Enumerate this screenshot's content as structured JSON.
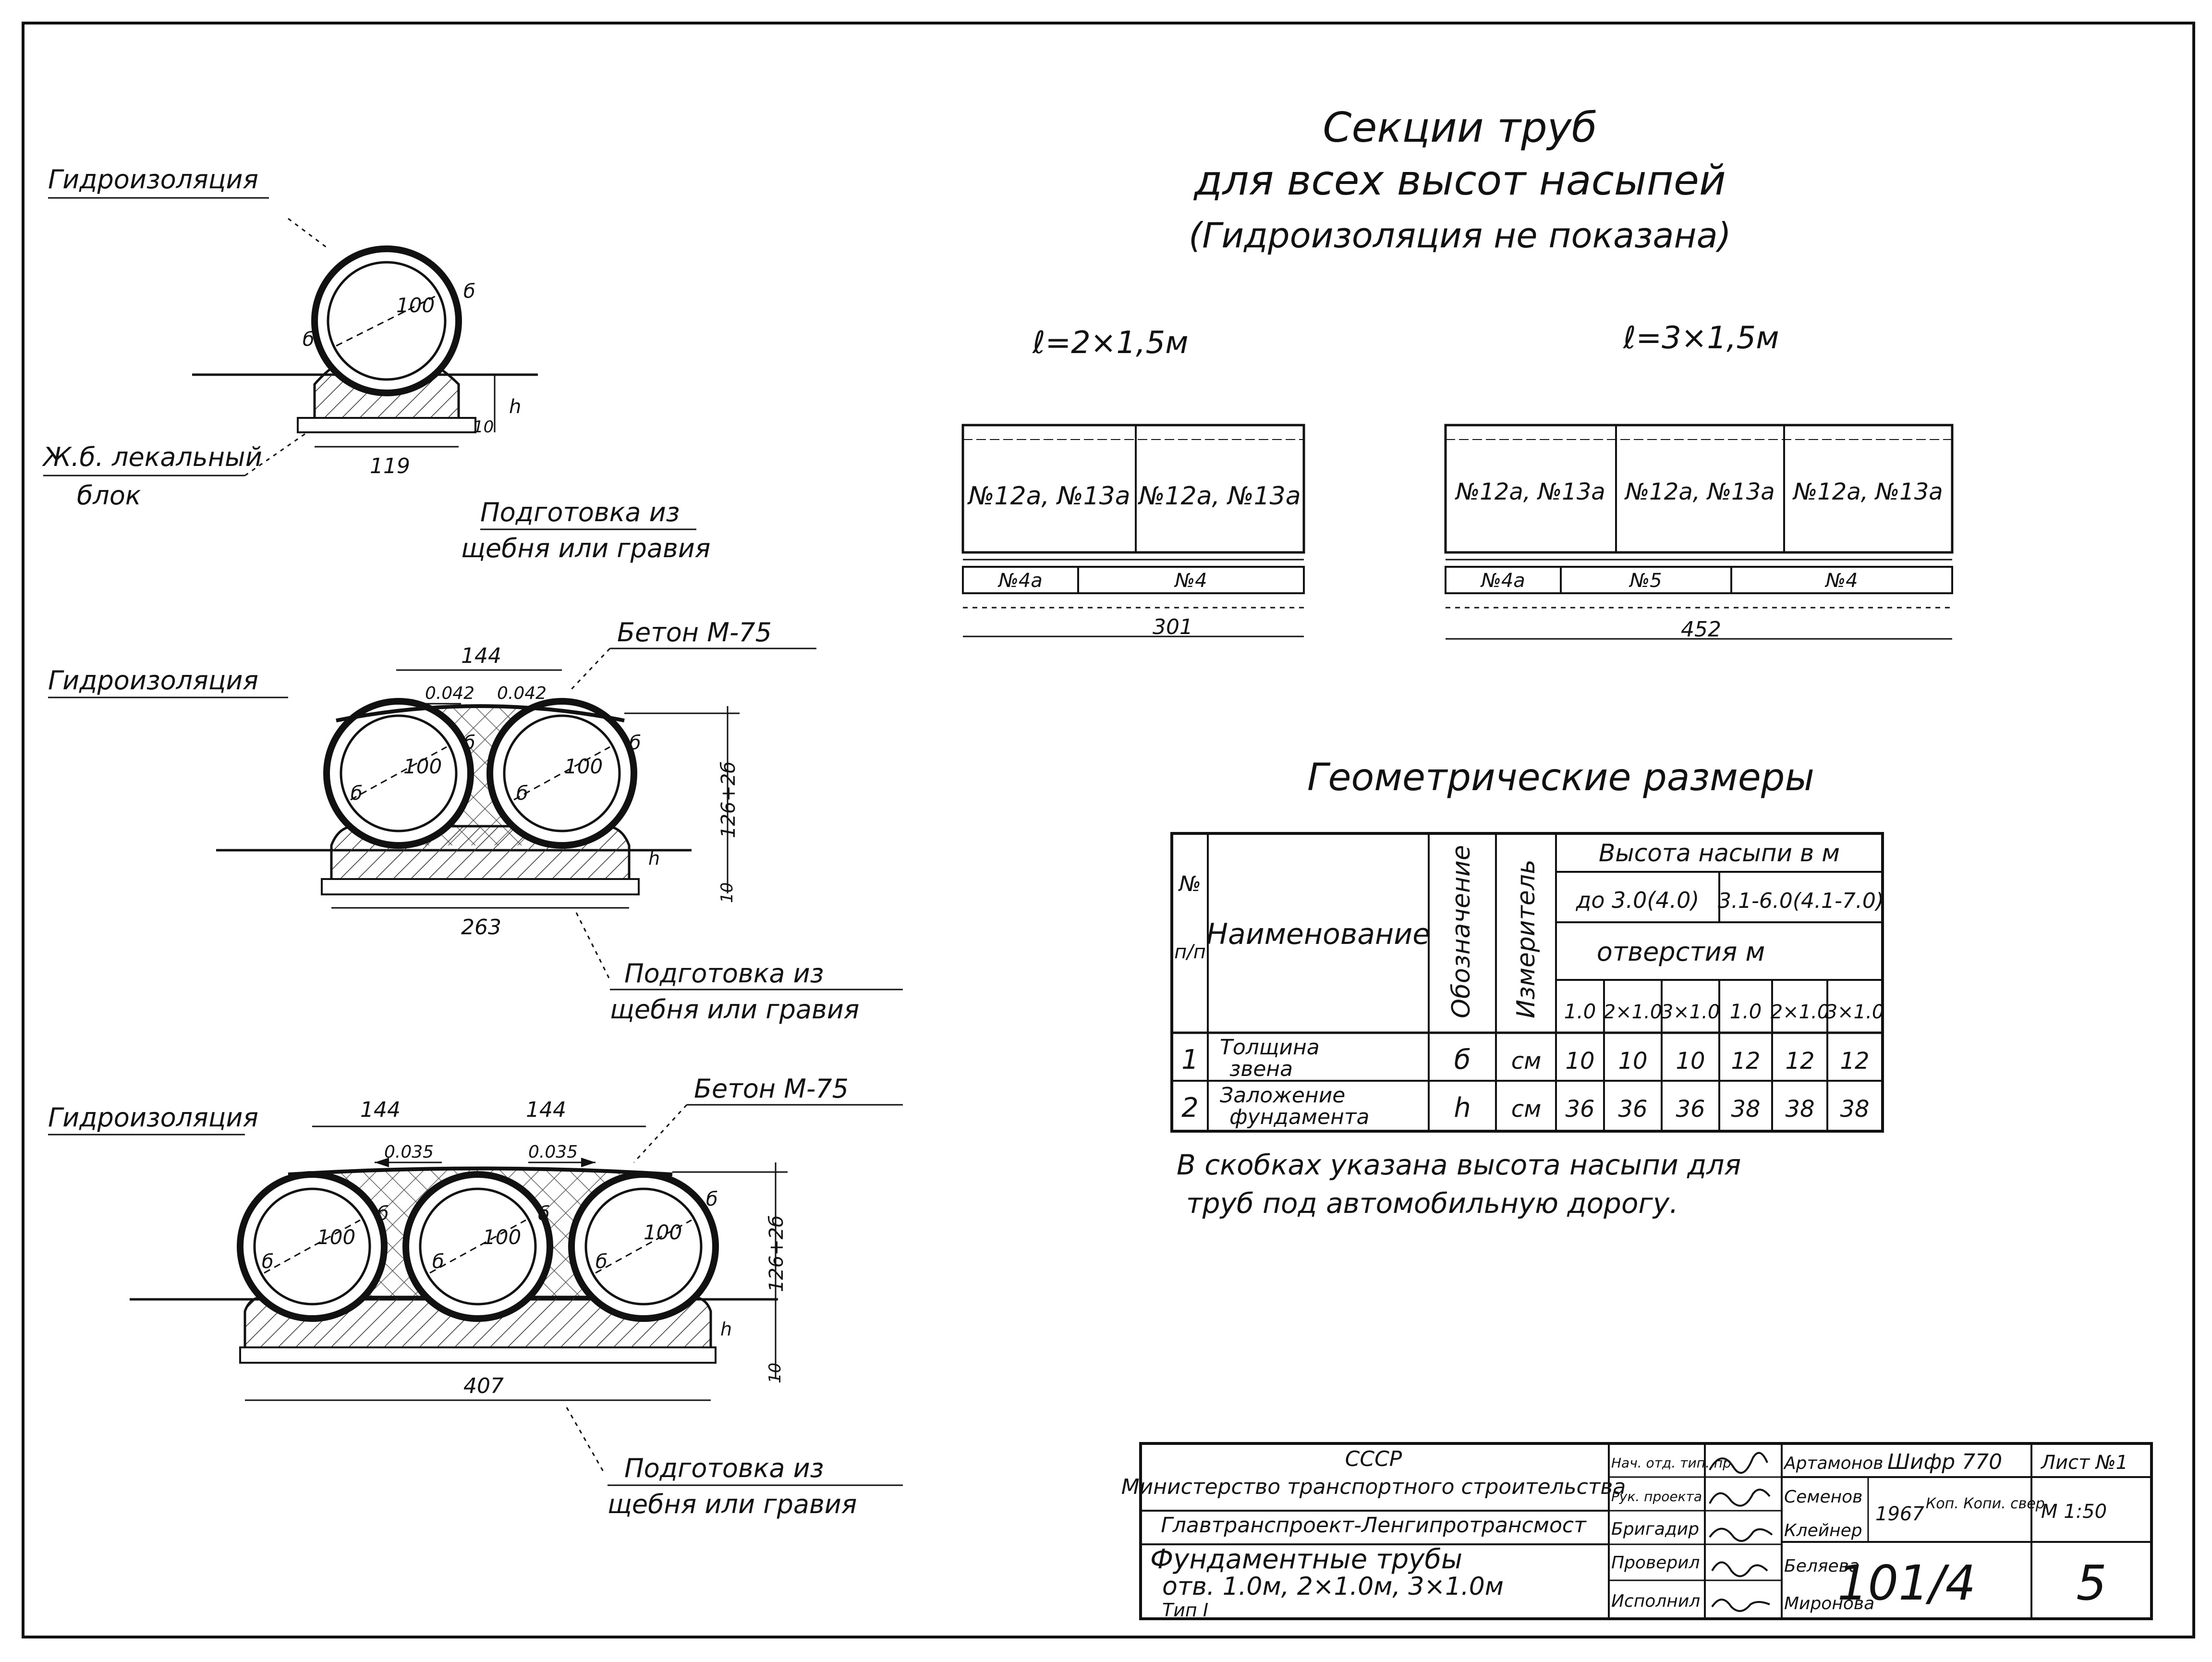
{
  "header": {
    "title_line1": "Секции труб",
    "title_line2": "для всех высот насыпей",
    "title_line3": "(Гидроизоляция не показана)"
  },
  "labels": {
    "waterproofing": "Гидроизоляция",
    "block_line1": "Ж.б. лекальный",
    "block_line2": "блок",
    "prep_line1": "Подготовка из",
    "prep_line2": "щебня или гравия",
    "concrete": "Бетон М-75",
    "b": "б",
    "diam": "100"
  },
  "section_single": {
    "width_dim": "119",
    "h_label": "h",
    "ten": "10"
  },
  "section_double": {
    "top_dim": "144",
    "slope_left": "0.042",
    "slope_right": "0.042",
    "height_dim": "126+2б",
    "width_dim": "263",
    "ten": "10",
    "h_label": "h"
  },
  "section_triple": {
    "top_dim_1": "144",
    "top_dim_2": "144",
    "slope_left": "0.035",
    "slope_right": "0.035",
    "height_dim": "126+2б",
    "width_dim": "407",
    "ten": "10",
    "h_label": "h"
  },
  "plan_2": {
    "caption": "ℓ=2×1,5м",
    "cell_1": "№12а, №13а",
    "cell_2": "№12а, №13а",
    "bottom_1": "№4а",
    "bottom_2": "№4",
    "length": "301"
  },
  "plan_3": {
    "caption": "ℓ=3×1,5м",
    "cell_1": "№12а, №13а",
    "cell_2": "№12а, №13а",
    "cell_3": "№12а, №13а",
    "bottom_1": "№4а",
    "bottom_2": "№5",
    "bottom_3": "№4",
    "length": "452"
  },
  "geom": {
    "title": "Геометрические размеры",
    "col_num_1": "№",
    "col_num_2": "п/п",
    "col_name": "Наименование",
    "col_symbol": "Обозначение",
    "col_unit": "Измеритель",
    "col_height": "Высота насыпи в м",
    "col_h1": "до 3.0(4.0)",
    "col_h2": "3.1-6.0(4.1-7.0)",
    "col_openings": "отверстия м",
    "sub_cols": [
      "1.0",
      "2×1.0",
      "3×1.0",
      "1.0",
      "2×1.0",
      "3×1.0"
    ],
    "rows": [
      {
        "num": "1",
        "name_1": "Толщина",
        "name_2": "звена",
        "symbol": "б",
        "unit": "см",
        "values": [
          "10",
          "10",
          "10",
          "12",
          "12",
          "12"
        ]
      },
      {
        "num": "2",
        "name_1": "Заложение",
        "name_2": "фундамента",
        "symbol": "h",
        "unit": "см",
        "values": [
          "36",
          "36",
          "36",
          "38",
          "38",
          "38"
        ]
      }
    ],
    "note_line1": "В скобках указана высота насыпи для",
    "note_line2": "труб под автомобильную дорогу."
  },
  "stamp": {
    "org_1": "СССР",
    "org_2": "Министерство транспортного строительства",
    "org_3": "Главтранспроект-Ленгипротрансмост",
    "title_1": "Фундаментные трубы",
    "title_2": "отв. 1.0м, 2×1.0м, 3×1.0м",
    "title_3": "Тип I",
    "roles": [
      "Нач. отд. тип. пр.",
      "Рук. проекта",
      "Бригадир",
      "Проверил",
      "Исполнил"
    ],
    "names": [
      "Артамонов",
      "Семенов",
      "Клейнер",
      "Беляева",
      "Миронова"
    ],
    "code_label": "Шифр 770",
    "year": "1967",
    "copy_note": "Коп. Копи. свер.",
    "sheet_label": "Лист №1",
    "scale": "М 1:50",
    "number": "101/4",
    "page": "5"
  }
}
